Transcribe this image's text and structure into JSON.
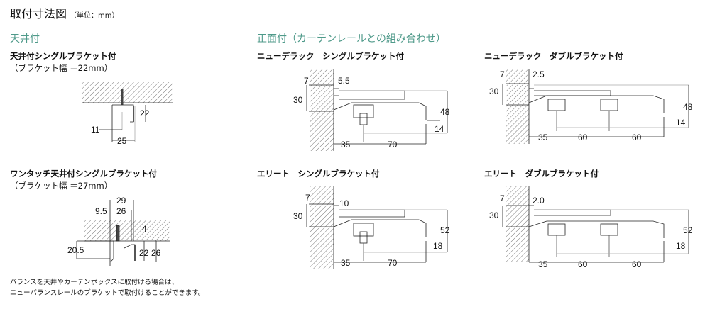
{
  "header": {
    "title": "取付寸法図",
    "unit": "（単位：mm）"
  },
  "ceiling": {
    "section_title": "天井付",
    "single": {
      "title": "天井付シングルブラケット付",
      "subtitle": "（ブラケット幅 ＝22mm）",
      "dims": {
        "height": "22",
        "offset": "11",
        "width": "25"
      }
    },
    "onetouch": {
      "title": "ワンタッチ天井付シングルブラケット付",
      "subtitle": "（ブラケット幅 ＝27mm）",
      "dims": {
        "outer": "29",
        "left": "9.5",
        "inner": "26",
        "screw": "4",
        "depth": "20.5",
        "h1": "22",
        "h2": "26"
      }
    },
    "note": [
      "バランスを天井やカーテンボックスに取付ける場合は、",
      "ニューバランスレールのブラケットで取付けることができます。"
    ]
  },
  "front": {
    "section_title": "正面付（カーテンレールとの組み合わせ）",
    "panels": [
      {
        "title": "ニューデラック　シングルブラケット付",
        "dims": {
          "a": "7",
          "b": "5.5",
          "c": "30",
          "d": "48",
          "e": "14",
          "f": "35",
          "g": "70"
        }
      },
      {
        "title": "ニューデラック　ダブルブラケット付",
        "dims": {
          "a": "7",
          "b": "2.5",
          "c": "30",
          "d": "48",
          "e": "14",
          "f": "35",
          "g": "60",
          "h": "60"
        }
      },
      {
        "title": "エリート　シングルブラケット付",
        "dims": {
          "a": "7",
          "b": "10",
          "c": "30",
          "d": "52",
          "e": "18",
          "f": "35",
          "g": "70"
        }
      },
      {
        "title": "エリート　ダブルブラケット付",
        "dims": {
          "a": "7",
          "b": "2.0",
          "c": "30",
          "d": "52",
          "e": "18",
          "f": "35",
          "g": "60",
          "h": "60"
        }
      }
    ]
  }
}
